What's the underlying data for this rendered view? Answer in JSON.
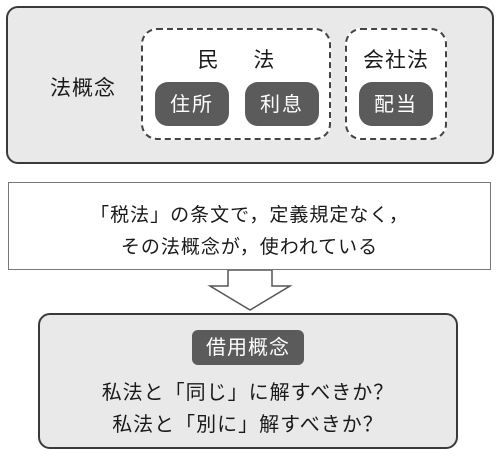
{
  "top_panel": {
    "label": "法概念",
    "civil_law": {
      "title": "民 法",
      "items": [
        "住所",
        "利息"
      ]
    },
    "corporate_law": {
      "title": "会社法",
      "items": [
        "配当"
      ]
    }
  },
  "note": {
    "line1": "「税法」の条文で，定義規定なく，",
    "line2": "その法概念が，使われている"
  },
  "bottom_panel": {
    "tag": "借用概念",
    "line1": "私法と「同じ」に解すべきか？",
    "line2": "私法と「別に」解すべきか？"
  },
  "colors": {
    "panel_fill": "#e9e9e9",
    "pill_fill": "#5b5b5b",
    "border": "#3a3a3a"
  }
}
